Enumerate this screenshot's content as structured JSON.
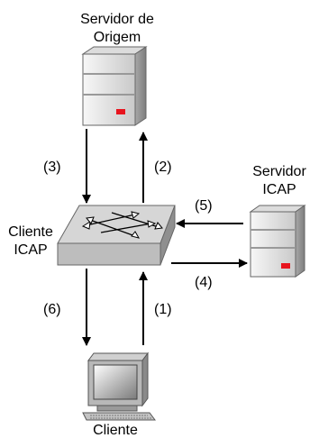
{
  "nodes": {
    "origin_server": {
      "line1": "Servidor de",
      "line2": "Origem"
    },
    "icap_server": {
      "line1": "Servidor",
      "line2": "ICAP"
    },
    "icap_client": {
      "line1": "Cliente",
      "line2": "ICAP"
    },
    "client": {
      "label": "Cliente"
    }
  },
  "steps": {
    "s1": "(1)",
    "s2": "(2)",
    "s3": "(3)",
    "s4": "(4)",
    "s5": "(5)",
    "s6": "(6)"
  },
  "colors": {
    "indicator": "#e8141e",
    "server_light": "#f1f1f1",
    "server_shade": "#9a9a9a",
    "switch_top": "#d6d6d6",
    "switch_front": "#bdbdbd"
  }
}
